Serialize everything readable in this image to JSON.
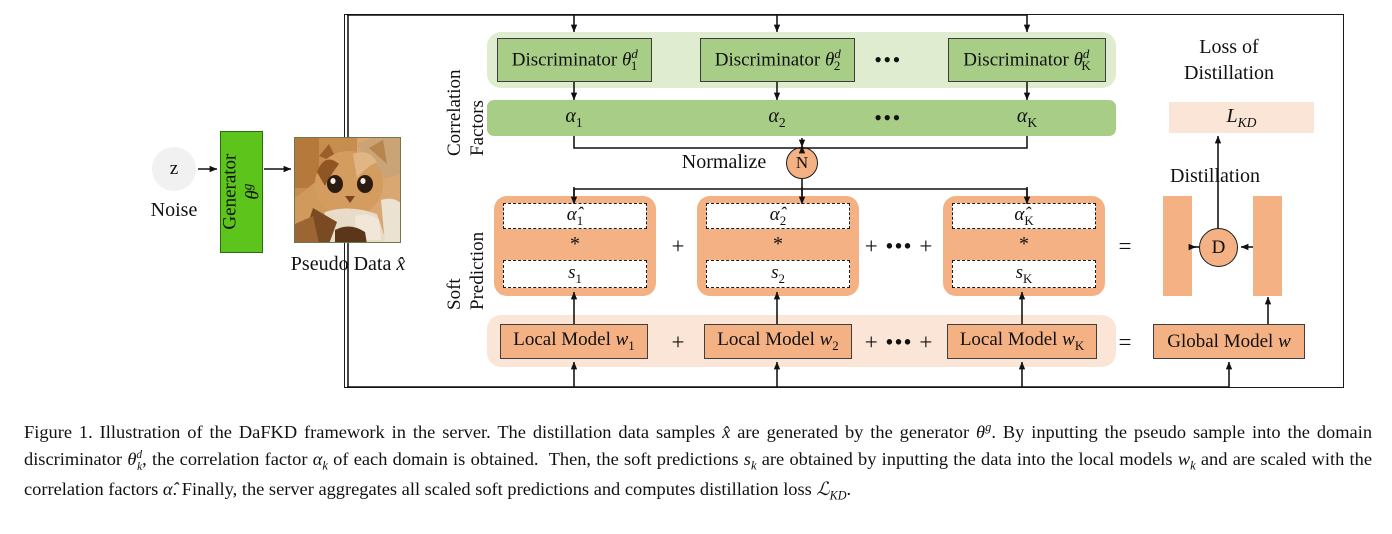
{
  "figure": {
    "id": "figure-1",
    "caption_label": "Figure 1.",
    "caption_text": "Illustration of the DaFKD framework in the server. The distillation data samples x̂ are generated by the generator θg. By inputting the pseudo sample into the domain discriminator θkd, the correlation factor αk of each domain is obtained. Then, the soft predictions sk are obtained by inputting the data into the local models wk and are scaled with the correlation factors α̂. Finally, the server aggregates all scaled soft predictions and computes distillation loss ℒKD."
  },
  "left": {
    "noise_symbol": "z",
    "noise_label": "Noise",
    "generator_line1": "Generator",
    "generator_line2": "θ g",
    "pseudo_data_label": "Pseudo Data x̂"
  },
  "row_labels": {
    "correlation_factors": "Correlation\nFactors",
    "soft_prediction": "Soft\nPrediction"
  },
  "discriminators": [
    {
      "label": "Discriminator",
      "param": "θ",
      "sub": "1",
      "sup": "d"
    },
    {
      "label": "Discriminator",
      "param": "θ",
      "sub": "2",
      "sup": "d"
    },
    {
      "label": "Discriminator",
      "param": "θ",
      "sub": "K",
      "sup": "d"
    }
  ],
  "discriminator_ellipsis": "•••",
  "alphas": [
    {
      "symbol": "α",
      "sub": "1"
    },
    {
      "symbol": "α",
      "sub": "2"
    },
    {
      "symbol": "α",
      "sub": "K"
    }
  ],
  "alpha_ellipsis": "•••",
  "normalize": {
    "label": "Normalize",
    "node": "N"
  },
  "soft_predictions": [
    {
      "alpha_hat": "α̂",
      "alpha_sub": "1",
      "operator": "*",
      "s": "s",
      "s_sub": "1"
    },
    {
      "alpha_hat": "α̂",
      "alpha_sub": "2",
      "operator": "*",
      "s": "s",
      "s_sub": "2"
    },
    {
      "alpha_hat": "α̂",
      "alpha_sub": "K",
      "operator": "*",
      "s": "s",
      "s_sub": "K"
    }
  ],
  "soft_plus_1": "+",
  "soft_plus_mid": "+ ••• +",
  "soft_equals": "=",
  "local_models": [
    {
      "label": "Local Model",
      "w": "w",
      "sub": "1"
    },
    {
      "label": "Local Model",
      "w": "w",
      "sub": "2"
    },
    {
      "label": "Local Model",
      "w": "w",
      "sub": "K"
    }
  ],
  "local_plus_1": "+",
  "local_plus_mid": "+ ••• +",
  "local_equals": "=",
  "global_model": {
    "label": "Global Model",
    "w": "w"
  },
  "right": {
    "loss_title_line1": "Loss of",
    "loss_title_line2": "Distillation",
    "loss_symbol": "L",
    "loss_sub": "KD",
    "distillation_label": "Distillation",
    "distill_node": "D"
  },
  "colors": {
    "green_dark": "#a8cd86",
    "green_light": "#dfeccf",
    "generator_green": "#5cc41b",
    "peach": "#f4b183",
    "peach_light": "#fbe5d6",
    "stroke": "#1a1a1a",
    "noise_grey": "#f1f1f1"
  }
}
